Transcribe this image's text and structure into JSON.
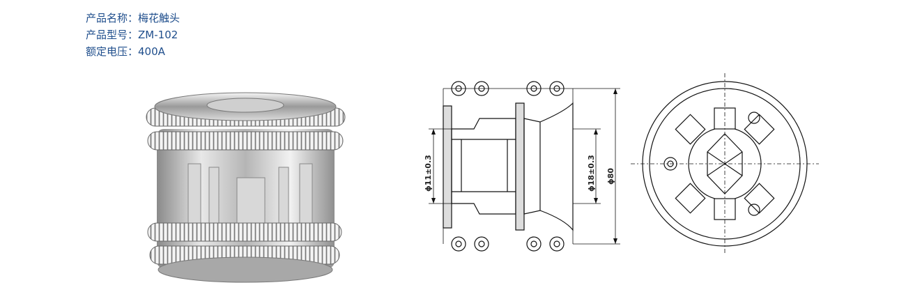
{
  "specs": {
    "name": {
      "label": "产品名称：",
      "value": "梅花触头"
    },
    "model": {
      "label": "产品型号：",
      "value": "ZM-102"
    },
    "rating": {
      "label": "额定电压：",
      "value": "400A"
    }
  },
  "drawing": {
    "dim_inner": "ϕ11±0.3",
    "dim_mid": "ϕ18±0.3",
    "dim_outer": "ϕ80"
  }
}
